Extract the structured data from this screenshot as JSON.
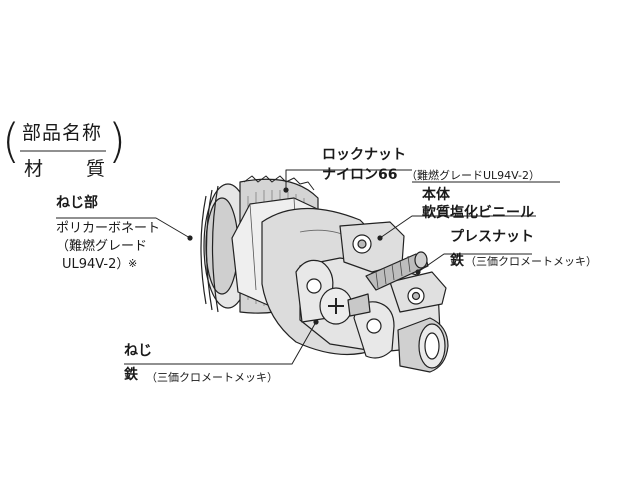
{
  "legend": {
    "top": "部品名称",
    "bottom_a": "材",
    "bottom_b": "質"
  },
  "labels": {
    "locknut": {
      "name": "ロックナット",
      "material": "ナイロン66",
      "note": "（難燃グレードUL94V-2）"
    },
    "body": {
      "name": "本体",
      "material": "軟質塩化ビニール"
    },
    "pressnut": {
      "name": "プレスナット",
      "material": "鉄",
      "note": "（三価クロメートメッキ）"
    },
    "screwpart": {
      "name": "ねじ部",
      "material_line1": "ポリカーボネート",
      "material_line2": "（難燃グレード",
      "material_line3": "UL94V-2）",
      "mark": "※"
    },
    "screw": {
      "name": "ねじ",
      "material": "鉄",
      "note": "（三価クロメートメッキ）"
    }
  }
}
